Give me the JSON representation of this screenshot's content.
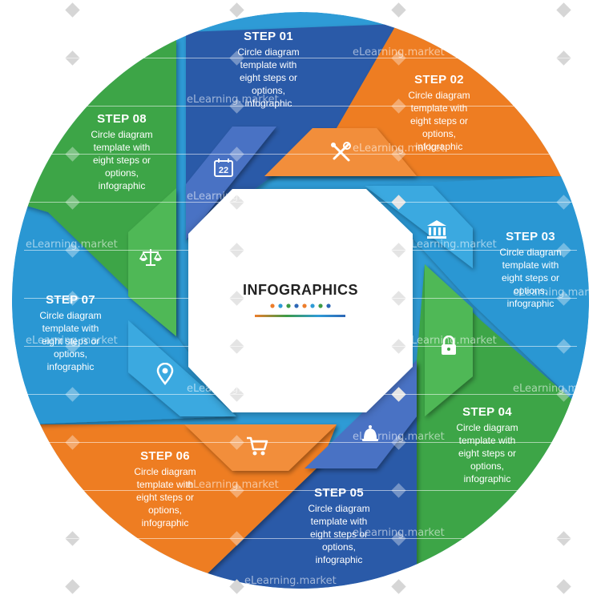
{
  "center": {
    "title": "INFOGRAPHICS",
    "dot_colors": [
      "#ed7d2b",
      "#2e9bd6",
      "#3d9b46",
      "#2d67b6",
      "#ed7d2b",
      "#2e9bd6",
      "#3d9b46",
      "#2d67b6"
    ]
  },
  "colors": {
    "blue_dark": "#2b5aa8",
    "blue_light": "#2a97d3",
    "green": "#3ea546",
    "orange": "#ee7d22"
  },
  "steps": [
    {
      "title": "STEP 01",
      "lines": [
        "Circle diagram",
        "template with",
        "eight steps or",
        "options,",
        "infographic"
      ],
      "icon": "calendar-icon",
      "icon_text": "22"
    },
    {
      "title": "STEP 02",
      "lines": [
        "Circle diagram",
        "template with",
        "eight steps or",
        "options,",
        "infographic"
      ],
      "icon": "tools-icon"
    },
    {
      "title": "STEP 03",
      "lines": [
        "Circle diagram",
        "template with",
        "eight steps or",
        "options,",
        "infographic"
      ],
      "icon": "bank-icon"
    },
    {
      "title": "STEP 04",
      "lines": [
        "Circle diagram",
        "template with",
        "eight steps or",
        "options,",
        "infographic"
      ],
      "icon": "lock-icon"
    },
    {
      "title": "STEP 05",
      "lines": [
        "Circle diagram",
        "template with",
        "eight steps or",
        "options,",
        "infographic"
      ],
      "icon": "bell-icon"
    },
    {
      "title": "STEP 06",
      "lines": [
        "Circle diagram",
        "template with",
        "eight steps or",
        "options,",
        "infographic"
      ],
      "icon": "cart-icon"
    },
    {
      "title": "STEP 07",
      "lines": [
        "Circle diagram",
        "template with",
        "eight steps or",
        "options,",
        "infographic"
      ],
      "icon": "location-pin-icon"
    },
    {
      "title": "STEP 08",
      "lines": [
        "Circle diagram",
        "template with",
        "eight steps or",
        "options,",
        "infographic"
      ],
      "icon": "scales-icon"
    }
  ],
  "watermark": {
    "text": "eLearning.market",
    "short": "eLearning",
    "letter": "e",
    "fragment": "rning.market"
  }
}
